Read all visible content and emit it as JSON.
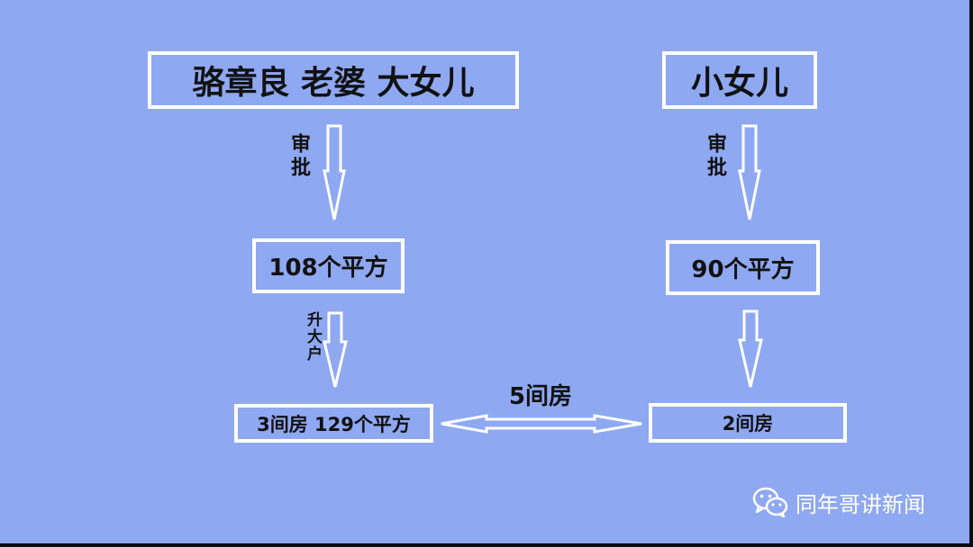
{
  "boxes": {
    "top_left": "骆章良 老婆 大女儿",
    "top_right": "小女儿",
    "mid_left": "108个平方",
    "mid_right": "90个平方",
    "bottom_left": "3间房 129个平方",
    "bottom_right": "2间房"
  },
  "arrow_labels": {
    "left_top": "审批",
    "left_mid": "升大户",
    "right_top": "审批",
    "connector": "5间房"
  },
  "watermark": {
    "text": "同年哥讲新闻",
    "icon": "wechat-icon"
  },
  "colors": {
    "background": "#8fa8f2",
    "box_border": "#ffffff",
    "text": "#111111"
  }
}
